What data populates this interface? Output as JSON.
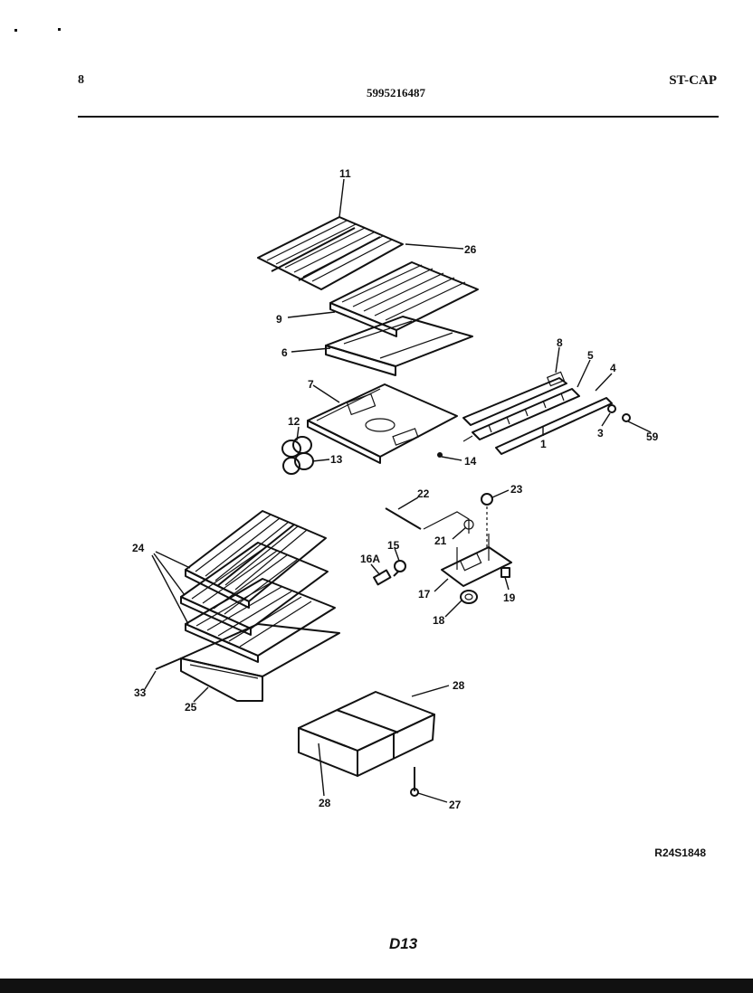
{
  "header": {
    "page": "8",
    "model": "5995216487",
    "code": "ST-CAP"
  },
  "footer": {
    "ref_code": "R24S1848",
    "page_number": "D13"
  },
  "callouts": {
    "c11": "11",
    "c26": "26",
    "c9": "9",
    "c6": "6",
    "c7": "7",
    "c8": "8",
    "c5": "5",
    "c4": "4",
    "c3": "3",
    "c59": "59",
    "c1": "1",
    "c12": "12",
    "c13": "13",
    "c14": "14",
    "c22": "22",
    "c23": "23",
    "c21": "21",
    "c24": "24",
    "c16a": "16A",
    "c15": "15",
    "c17": "17",
    "c19": "19",
    "c18": "18",
    "c33": "33",
    "c25": "25",
    "c28a": "28",
    "c28b": "28",
    "c27": "27"
  }
}
